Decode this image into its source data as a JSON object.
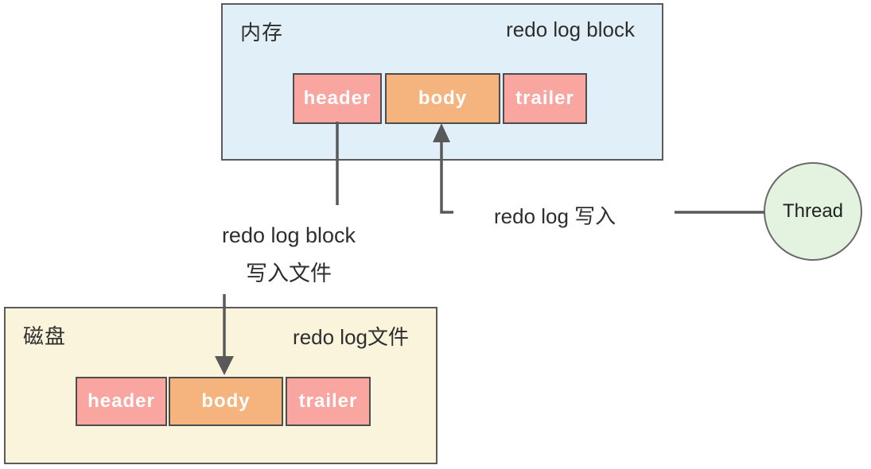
{
  "memory_box": {
    "label": "内存",
    "title": "redo log block",
    "blocks": [
      {
        "label": "header",
        "color": "#f9a5a0"
      },
      {
        "label": "body",
        "color": "#f5b37e"
      },
      {
        "label": "trailer",
        "color": "#f9a5a0"
      }
    ],
    "background": "#e1eff8"
  },
  "disk_box": {
    "label": "磁盘",
    "title": "redo log文件",
    "blocks": [
      {
        "label": "header",
        "color": "#f9a5a0"
      },
      {
        "label": "body",
        "color": "#f5b37e"
      },
      {
        "label": "trailer",
        "color": "#f9a5a0"
      }
    ],
    "background": "#faf4dd"
  },
  "annotations": {
    "flush_label_line1": "redo log block",
    "flush_label_line2": "写入文件",
    "write_label": "redo log 写入"
  },
  "thread": {
    "label": "Thread",
    "background": "#e4f3e0"
  },
  "line_color": "#595959"
}
